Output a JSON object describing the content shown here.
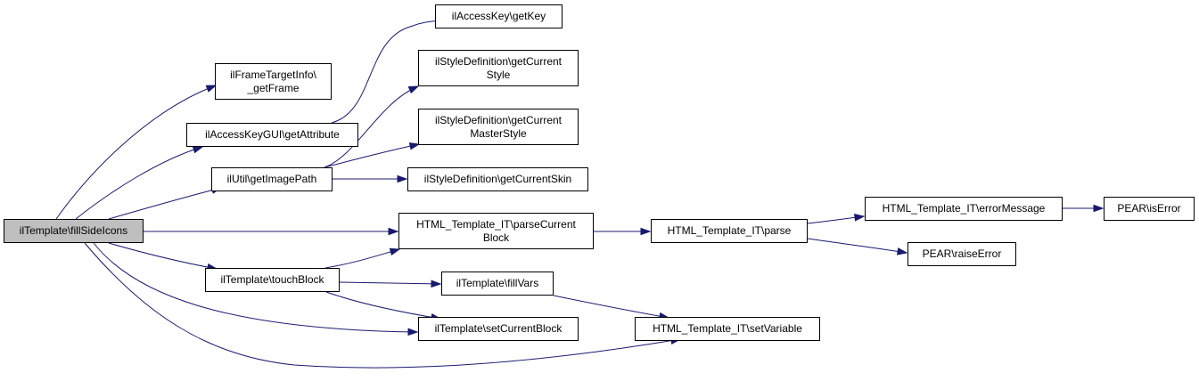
{
  "diagram": {
    "nodes": [
      {
        "id": "n0",
        "label": "ilTemplate\\fillSideIcons",
        "root": true
      },
      {
        "id": "n1",
        "label": "ilFrameTargetInfo\\\n_getFrame"
      },
      {
        "id": "n2",
        "label": "ilAccessKeyGUI\\getAttribute"
      },
      {
        "id": "n3",
        "label": "ilUtil\\getImagePath"
      },
      {
        "id": "n4",
        "label": "ilTemplate\\touchBlock"
      },
      {
        "id": "n5",
        "label": "ilAccessKey\\getKey"
      },
      {
        "id": "n6",
        "label": "ilStyleDefinition\\getCurrent\nStyle"
      },
      {
        "id": "n7",
        "label": "ilStyleDefinition\\getCurrent\nMasterStyle"
      },
      {
        "id": "n8",
        "label": "ilStyleDefinition\\getCurrentSkin"
      },
      {
        "id": "n9",
        "label": "HTML_Template_IT\\parseCurrent\nBlock"
      },
      {
        "id": "n10",
        "label": "ilTemplate\\fillVars"
      },
      {
        "id": "n11",
        "label": "ilTemplate\\setCurrentBlock"
      },
      {
        "id": "n12",
        "label": "HTML_Template_IT\\parse"
      },
      {
        "id": "n13",
        "label": "HTML_Template_IT\\setVariable"
      },
      {
        "id": "n14",
        "label": "HTML_Template_IT\\errorMessage"
      },
      {
        "id": "n15",
        "label": "PEAR\\raiseError"
      },
      {
        "id": "n16",
        "label": "PEAR\\isError"
      }
    ],
    "edges": [
      {
        "from": "n0",
        "to": "n1"
      },
      {
        "from": "n0",
        "to": "n2"
      },
      {
        "from": "n0",
        "to": "n3"
      },
      {
        "from": "n0",
        "to": "n9"
      },
      {
        "from": "n0",
        "to": "n4"
      },
      {
        "from": "n0",
        "to": "n11"
      },
      {
        "from": "n0",
        "to": "n13"
      },
      {
        "from": "n2",
        "to": "n5"
      },
      {
        "from": "n3",
        "to": "n6"
      },
      {
        "from": "n3",
        "to": "n7"
      },
      {
        "from": "n3",
        "to": "n8"
      },
      {
        "from": "n4",
        "to": "n9"
      },
      {
        "from": "n4",
        "to": "n10"
      },
      {
        "from": "n4",
        "to": "n11"
      },
      {
        "from": "n9",
        "to": "n12"
      },
      {
        "from": "n10",
        "to": "n13"
      },
      {
        "from": "n12",
        "to": "n14"
      },
      {
        "from": "n12",
        "to": "n15"
      },
      {
        "from": "n14",
        "to": "n16"
      }
    ],
    "colors": {
      "edge": "#191970",
      "root_fill": "#bfbfbf",
      "node_border": "#000000"
    }
  }
}
